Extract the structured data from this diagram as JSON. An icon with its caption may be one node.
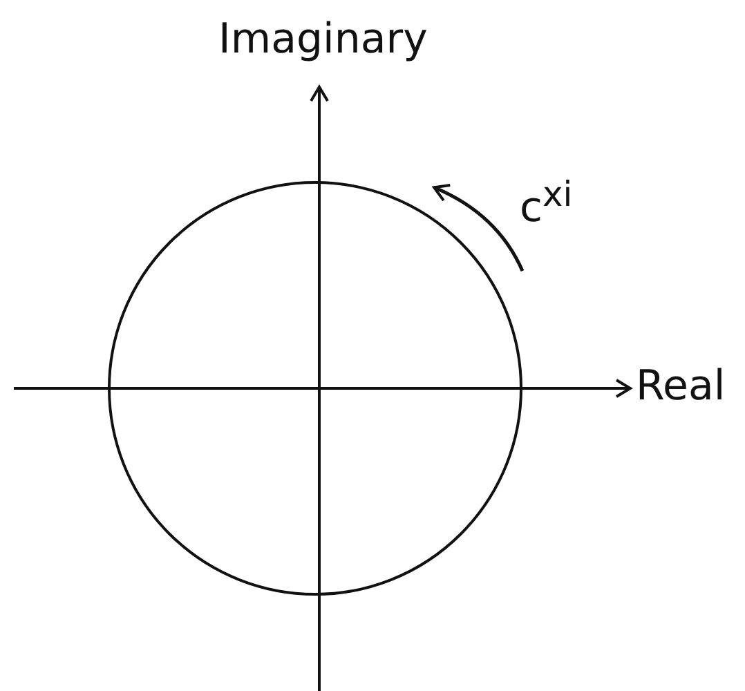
{
  "diagram": {
    "labels": [
      "Imaginary",
      "Real",
      "c$^{xi}$"
    ]
  }
}
